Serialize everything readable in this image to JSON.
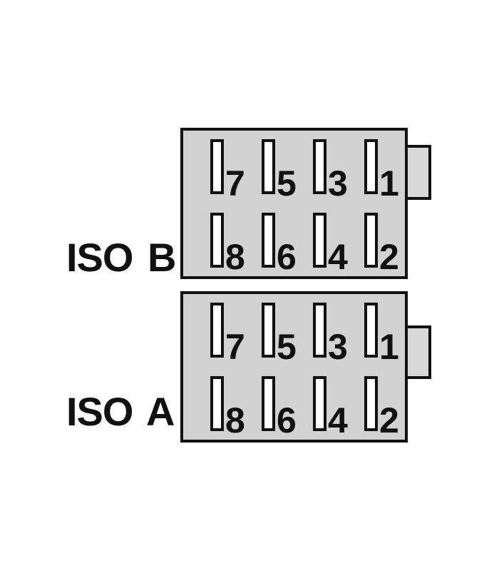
{
  "connectors": [
    {
      "id": "iso-b",
      "label": "ISO B",
      "top_row_pins": [
        "7",
        "5",
        "3",
        "1"
      ],
      "bottom_row_pins": [
        "8",
        "6",
        "4",
        "2"
      ]
    },
    {
      "id": "iso-a",
      "label": "ISO A",
      "top_row_pins": [
        "7",
        "5",
        "3",
        "1"
      ],
      "bottom_row_pins": [
        "8",
        "6",
        "4",
        "2"
      ]
    }
  ],
  "colors": {
    "background": "#ffffff",
    "connector_body": "#d2d2d2",
    "connector_tab": "#d8d8d8",
    "outline": "#111111",
    "slot_fill": "#ffffff",
    "text": "#111111"
  }
}
